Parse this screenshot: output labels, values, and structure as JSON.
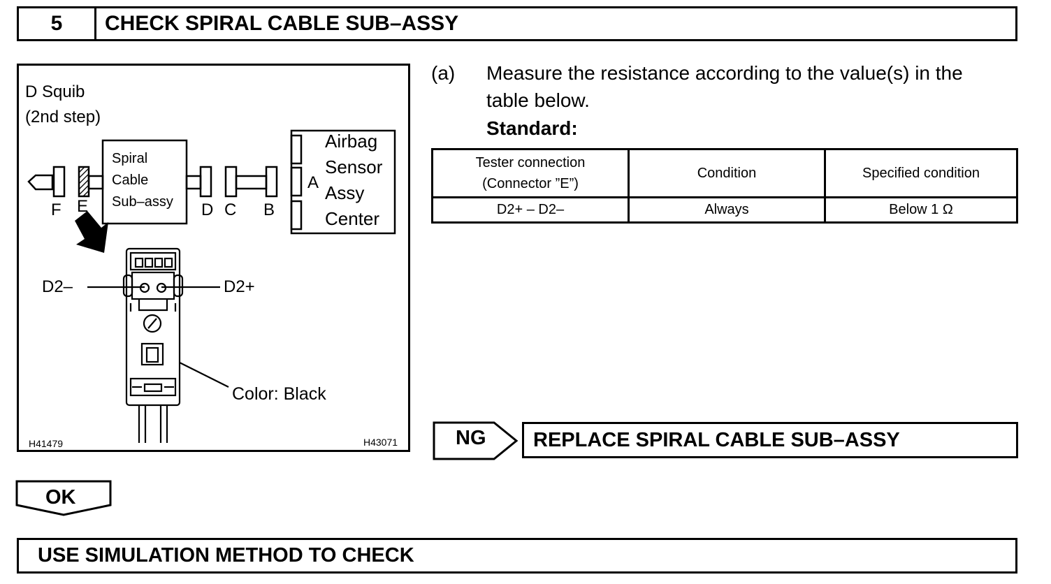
{
  "header": {
    "step_number": "5",
    "title": "CHECK SPIRAL CABLE SUB–ASSY"
  },
  "diagram": {
    "title_line1": "D Squib",
    "title_line2": "(2nd step)",
    "spiral_box_lines": [
      "Spiral",
      "Cable",
      "Sub–assy"
    ],
    "airbag_box_lines": [
      "Airbag",
      "Sensor",
      "Assy",
      "Center"
    ],
    "connector_labels": {
      "f": "F",
      "e": "E",
      "d": "D",
      "c": "C",
      "b": "B",
      "a": "A"
    },
    "terminal_minus": "D2–",
    "terminal_plus": "D2+",
    "color_note": "Color: Black",
    "code_left": "H41479",
    "code_right": "H43071"
  },
  "instruction": {
    "marker": "(a)",
    "line1": "Measure the resistance according to the value(s) in the",
    "line2": "table below.",
    "standard_label": "Standard:"
  },
  "spec_table": {
    "headers": [
      "Tester connection",
      "(Connector ”E”)",
      "Condition",
      "Specified condition"
    ],
    "row": [
      "D2+ – D2–",
      "Always",
      "Below 1 Ω"
    ]
  },
  "ng_branch": {
    "tag": "NG",
    "action": "REPLACE SPIRAL CABLE SUB–ASSY"
  },
  "ok_branch": {
    "tag": "OK"
  },
  "final_step": {
    "text": "USE SIMULATION METHOD TO CHECK"
  }
}
